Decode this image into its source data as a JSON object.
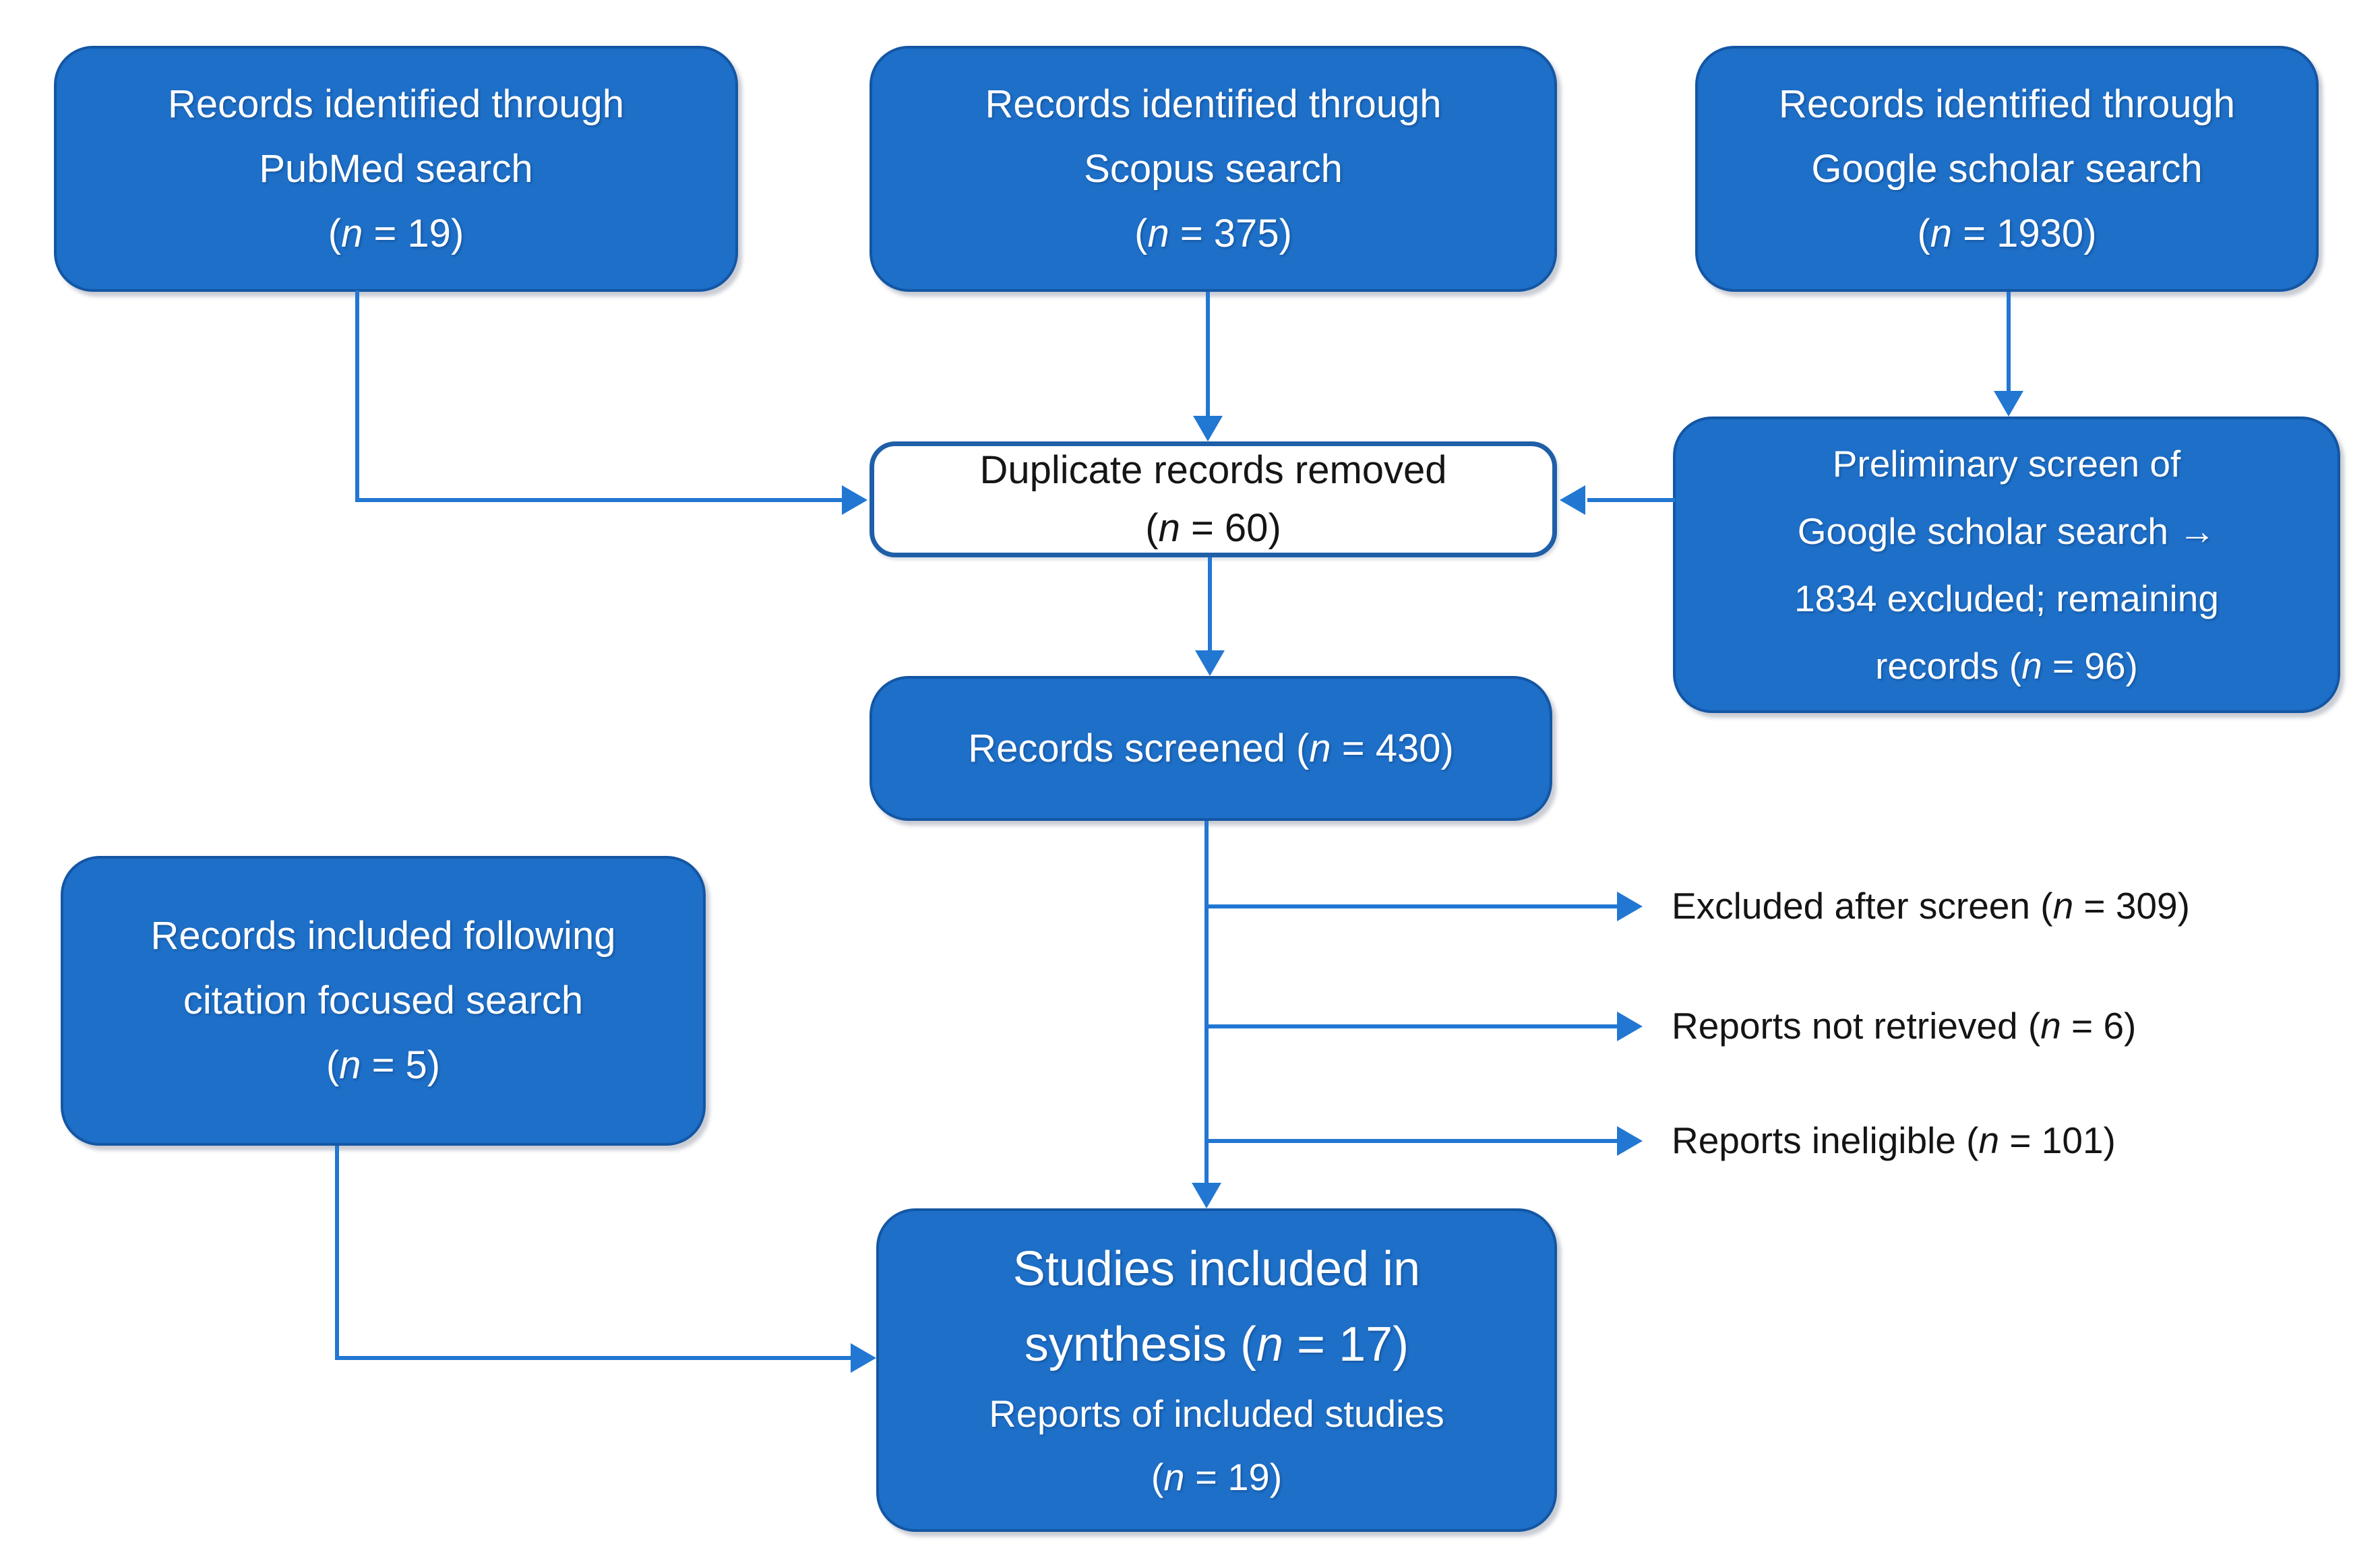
{
  "colors": {
    "box_fill": "#1d6fc8",
    "box_border": "#1456a4",
    "white_box_fill": "#ffffff",
    "white_box_border": "#1f5fa8",
    "connector": "#2277d2",
    "text_on_blue": "#ffffff",
    "text_dark": "#141414"
  },
  "boxes": {
    "pubmed": {
      "line1": "Records identified through",
      "line2": "PubMed search",
      "n_prefix": "(",
      "n_var": "n",
      "n_suffix": " = 19)"
    },
    "scopus": {
      "line1": "Records identified through",
      "line2": "Scopus search",
      "n_prefix": "(",
      "n_var": "n",
      "n_suffix": " = 375)"
    },
    "google": {
      "line1": "Records identified through",
      "line2": "Google scholar search",
      "n_prefix": "(",
      "n_var": "n",
      "n_suffix": " = 1930)"
    },
    "duplicate": {
      "line1": "Duplicate records removed",
      "n_prefix": "(",
      "n_var": "n",
      "n_suffix": " = 60)"
    },
    "prelim_screen": {
      "line1": "Preliminary screen of",
      "line2": "Google scholar search →",
      "line3": "1834 excluded; remaining",
      "line4_prefix": "records (",
      "n_var": "n",
      "n_suffix": " = 96)"
    },
    "screened": {
      "prefix": "Records screened (",
      "n_var": "n",
      "suffix": " = 430)"
    },
    "citation": {
      "line1": "Records included following",
      "line2": "citation focused search",
      "n_prefix": "(",
      "n_var": "n",
      "n_suffix": " = 5)"
    },
    "synthesis": {
      "line1": "Studies included in",
      "line2_prefix": "synthesis (",
      "line2_n": "n",
      "line2_suffix": " = 17)",
      "line3": "Reports of included studies",
      "line4_prefix": "(",
      "line4_n": "n",
      "line4_suffix": " = 19)"
    }
  },
  "side_labels": {
    "excluded": {
      "prefix": "Excluded after screen (",
      "n_var": "n",
      "suffix": " = 309)"
    },
    "not_retrieved": {
      "prefix": "Reports not retrieved (",
      "n_var": "n",
      "suffix": " = 6)"
    },
    "ineligible": {
      "prefix": "Reports ineligible (",
      "n_var": "n",
      "suffix": " = 101)"
    }
  }
}
